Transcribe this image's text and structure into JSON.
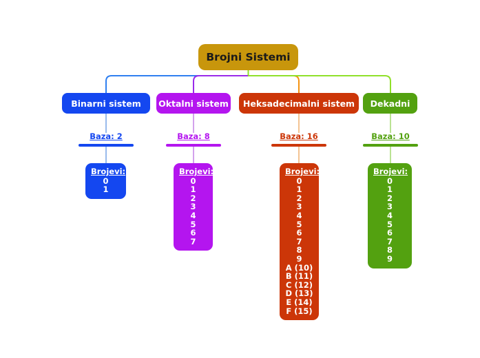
{
  "root": {
    "label": "Brojni Sistemi",
    "color": "#c8960c"
  },
  "branches": [
    {
      "id": "binary",
      "label": "Binarni sistem",
      "color": "#1447f0",
      "base_label": "Baza: 2",
      "leaf_title": "Brojevi:",
      "digits": [
        "0",
        "1"
      ]
    },
    {
      "id": "octal",
      "label": "Oktalni sistem",
      "color": "#b415ef",
      "base_label": "Baza: 8",
      "leaf_title": "Brojevi:",
      "digits": [
        "0",
        "1",
        "2",
        "3",
        "4",
        "5",
        "6",
        "7"
      ]
    },
    {
      "id": "hexadecimal",
      "label": "Heksadecimalni sistem",
      "color": "#cc3608",
      "base_label": "Baza: 16",
      "leaf_title": "Brojevi:",
      "digits": [
        "0",
        "1",
        "2",
        "3",
        "4",
        "5",
        "6",
        "7",
        "8",
        "9",
        "A (10)",
        "B (11)",
        "C (12)",
        "D (13)",
        "E (14)",
        "F (15)"
      ]
    },
    {
      "id": "decimal",
      "label": "Dekadni",
      "color": "#53a110",
      "base_label": "Baza: 10",
      "leaf_title": "Brojevi:",
      "digits": [
        "0",
        "1",
        "2",
        "3",
        "4",
        "5",
        "6",
        "7",
        "8",
        "9"
      ]
    }
  ],
  "connector_colors": {
    "binary": "#2f7ff0",
    "octal": "#9a2aea",
    "hexadecimal": "#f59310",
    "decimal": "#90e02a"
  }
}
